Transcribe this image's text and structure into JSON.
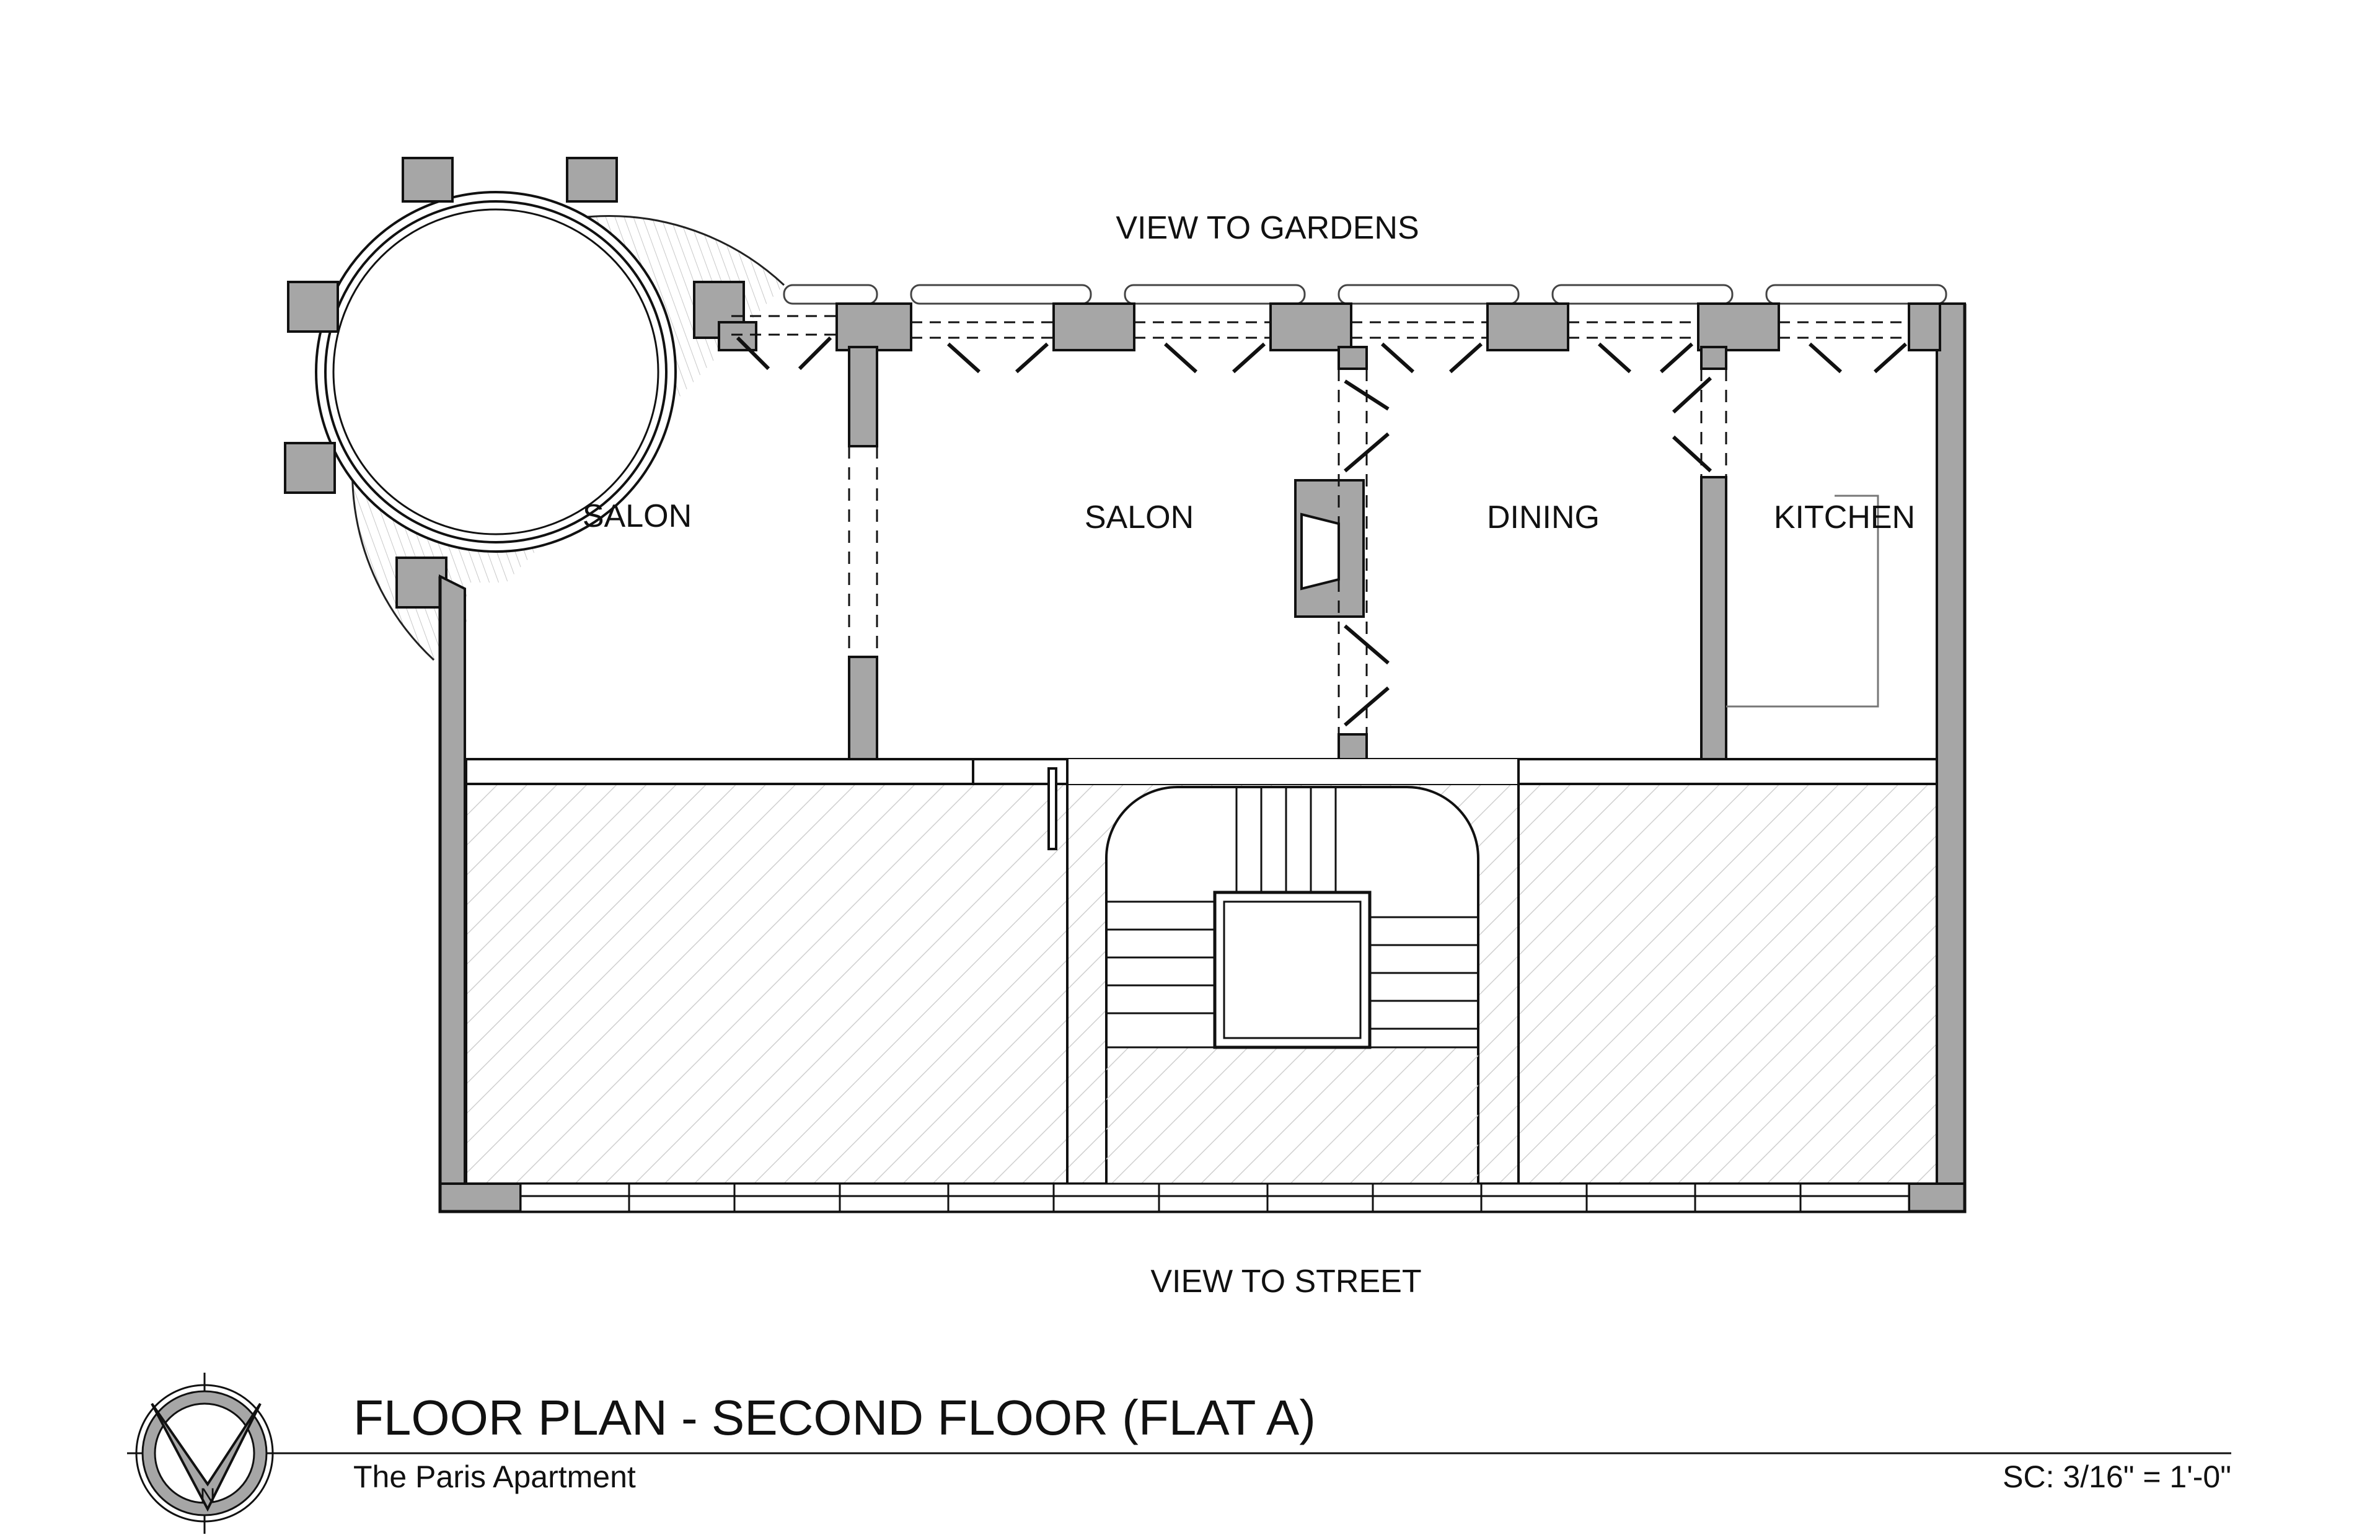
{
  "labels": {
    "top_view": "VIEW TO GARDENS",
    "bottom_view": "VIEW TO STREET",
    "rooms": [
      "SALON",
      "SALON",
      "DINING",
      "KITCHEN"
    ]
  },
  "title_block": {
    "title": "FLOOR PLAN - SECOND FLOOR (FLAT A)",
    "subtitle": "The Paris Apartment",
    "scale": "SC: 3/16\" = 1'-0\""
  },
  "colors": {
    "wall": "#a6a6a6",
    "line": "#111111",
    "hatch": "#cfcfcf"
  },
  "icons": {
    "north_arrow": "north-arrow-icon"
  }
}
